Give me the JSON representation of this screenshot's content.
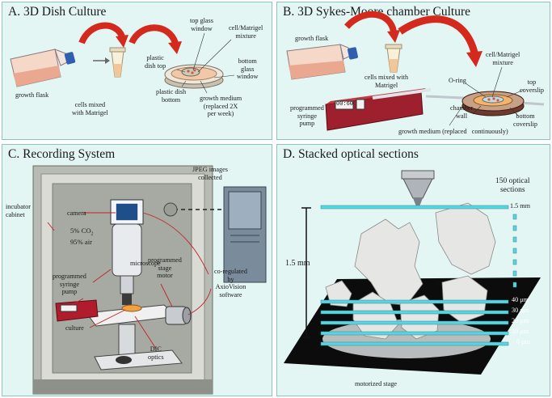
{
  "panel_a": {
    "title": "A. 3D Dish Culture",
    "growth_flask": "growth flask",
    "cells_mixed": [
      "cells mixed",
      "with Matrigel"
    ],
    "plastic_dish_top": [
      "plastic",
      "dish top"
    ],
    "top_glass_window": [
      "top glass",
      "window"
    ],
    "cell_matrigel_mixture": [
      "cell/Matrigel",
      "mixture"
    ],
    "bottom_glass_window": [
      "bottom",
      "glass",
      "window"
    ],
    "plastic_dish_bottom": [
      "plastic dish",
      "bottom"
    ],
    "growth_medium": [
      "growth medium",
      "(replaced 2X",
      "per week)"
    ]
  },
  "panel_b": {
    "title": "B. 3D Sykes-Moore chamber Culture",
    "growth_flask": "growth flask",
    "cells_mixed": [
      "cells mixed with",
      "Matrigel"
    ],
    "cell_matrigel_mixture": [
      "cell/Matrigel",
      "mixture"
    ],
    "o_ring": "O-ring",
    "top_coverslip": [
      "top",
      "coverslip"
    ],
    "programmed_syringe_pump": [
      "programmed",
      "syringe",
      "pump"
    ],
    "pump_display": "00:60",
    "chamber_wall": [
      "chamber",
      "wall"
    ],
    "bottom_coverslip": [
      "bottom",
      "coverslip"
    ],
    "growth_medium": "growth medium (replaced   continuously)"
  },
  "panel_c": {
    "title": "C. Recording System",
    "jpeg_images": [
      "JPEG images",
      "collected"
    ],
    "incubator_cabinet": [
      "incubator",
      "cabinet"
    ],
    "camera": "camera",
    "atmosphere": [
      "5% CO",
      "2",
      "95% air"
    ],
    "microscope": "microscope",
    "programmed_syringe_pump": [
      "programmed",
      "syringe",
      "pump"
    ],
    "programmed_stage_motor": [
      "programmed",
      "stage",
      "motor"
    ],
    "co_regulated": [
      "co-regulated",
      "by",
      "AxioVision",
      "software"
    ],
    "culture": "culture",
    "dic_optics": [
      "DIC",
      "optics"
    ]
  },
  "panel_d": {
    "title": "D. Stacked optical sections",
    "optical_sections": [
      "150 optical",
      "sections"
    ],
    "depth_label": "1.5 mm",
    "scale_bar_label": "1.5 mm",
    "motorized_stage": "motorized stage",
    "section_labels": [
      "40 μm",
      "30 μm",
      "20 μm",
      "10 μm",
      "0 μm"
    ]
  },
  "colors": {
    "panel_background": "#e3f6f4",
    "arrow_red": "#d42a1e",
    "section_cyan": "#5ad4e0",
    "flask_cap": "#2f5fae"
  }
}
